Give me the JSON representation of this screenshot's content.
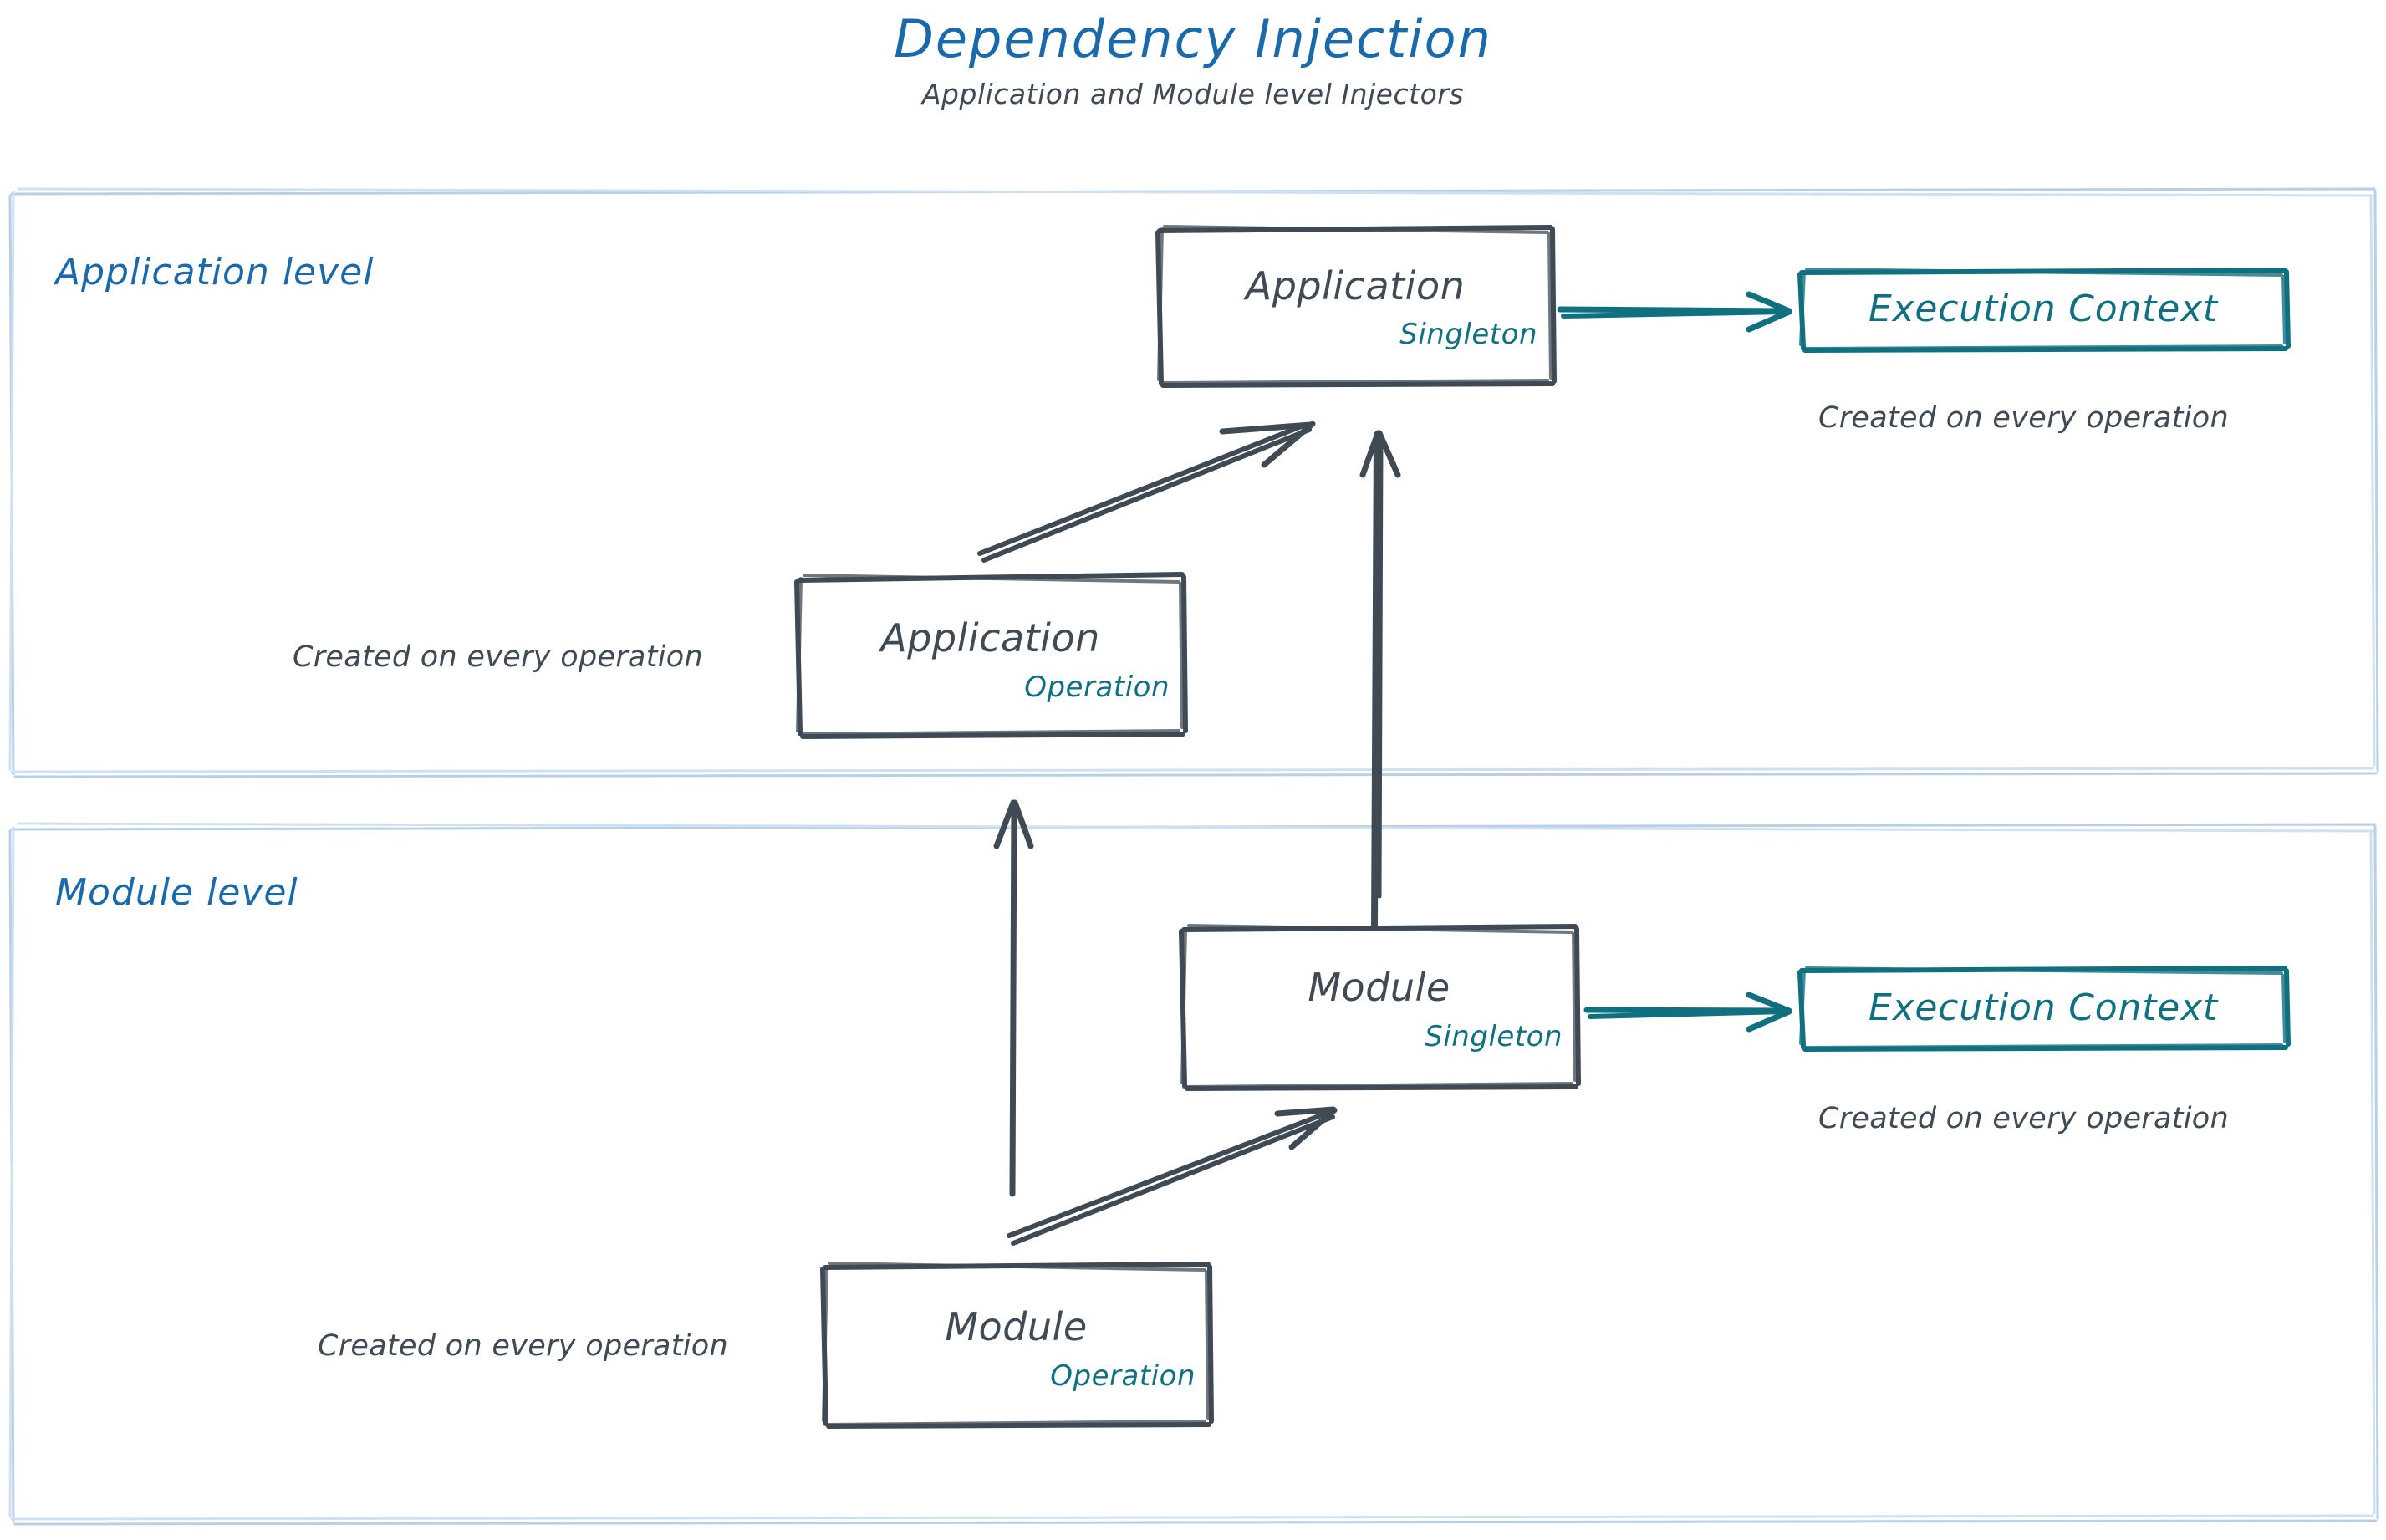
{
  "header": {
    "title": "Dependency Injection",
    "subtitle": "Application and Module level Injectors",
    "title_color": "#1a6aab",
    "subtitle_color": "#3f4a55"
  },
  "palette": {
    "blue": "#1a6aab",
    "teal": "#11707f",
    "dark_gray": "#3f4a55",
    "container_border": "#b9cfe6",
    "background": "#ffffff"
  },
  "levels": [
    {
      "id": "application-level",
      "title": "Application level",
      "nodes": [
        {
          "id": "app-singleton",
          "label": "Application",
          "scope": "Singleton",
          "style": "sketch-box-dark"
        },
        {
          "id": "app-operation",
          "label": "Application",
          "scope": "Operation",
          "style": "sketch-box-dark",
          "caption": "Created on every operation"
        },
        {
          "id": "app-execution-context",
          "label": "Execution Context",
          "style": "sketch-box-teal",
          "caption": "Created on every operation"
        }
      ]
    },
    {
      "id": "module-level",
      "title": "Module level",
      "nodes": [
        {
          "id": "mod-singleton",
          "label": "Module",
          "scope": "Singleton",
          "style": "sketch-box-dark"
        },
        {
          "id": "mod-operation",
          "label": "Module",
          "scope": "Operation",
          "style": "sketch-box-dark",
          "caption": "Created on every operation"
        },
        {
          "id": "mod-execution-context",
          "label": "Execution Context",
          "style": "sketch-box-teal",
          "caption": "Created on every operation"
        }
      ]
    }
  ],
  "labels": {
    "application_level": "Application level",
    "module_level": "Module level",
    "application": "Application",
    "module": "Module",
    "singleton": "Singleton",
    "operation": "Operation",
    "execution_context": "Execution Context",
    "created_on_every_operation": "Created on every operation"
  },
  "edges": [
    {
      "id": "app-op-to-app-singleton",
      "from": "app-operation",
      "to": "app-singleton",
      "style": "double-line-arrow",
      "color": "#3f4a55"
    },
    {
      "id": "app-singleton-to-app-ctx",
      "from": "app-singleton",
      "to": "app-execution-context",
      "style": "double-line-arrow",
      "color": "#11707f"
    },
    {
      "id": "mod-singleton-to-app-singleton",
      "from": "mod-singleton",
      "to": "app-singleton",
      "style": "double-line-arrow",
      "color": "#3f4a55"
    },
    {
      "id": "mod-op-to-app-level",
      "from": "mod-operation",
      "to": "application-level",
      "style": "single-line-arrow",
      "color": "#3f4a55"
    },
    {
      "id": "mod-op-to-mod-singleton",
      "from": "mod-operation",
      "to": "mod-singleton",
      "style": "double-line-arrow",
      "color": "#3f4a55"
    },
    {
      "id": "mod-singleton-to-mod-ctx",
      "from": "mod-singleton",
      "to": "mod-execution-context",
      "style": "double-line-arrow",
      "color": "#11707f"
    }
  ]
}
